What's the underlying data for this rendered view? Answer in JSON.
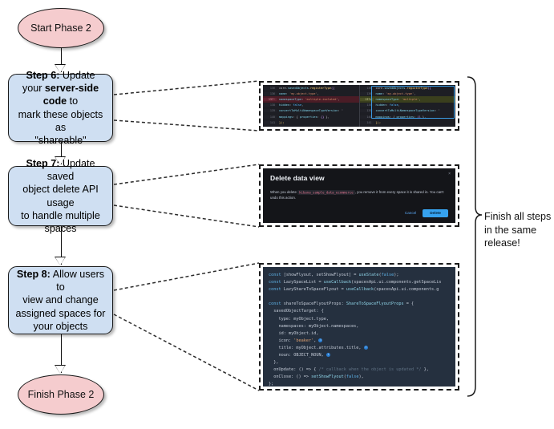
{
  "flow": {
    "start": {
      "label": "Start Phase 2"
    },
    "end": {
      "label": "Finish Phase 2"
    },
    "steps": [
      {
        "id": "step6",
        "prefix": "Step 6:",
        "line1_rest": " Update",
        "line2_a": "your ",
        "line2_bold": "server-side code",
        "line2_b": " to",
        "line3": "mark these objects as",
        "line4": "\"shareable\""
      },
      {
        "id": "step7",
        "prefix": "Step 7:",
        "line1_rest": " Update saved",
        "line2": "object delete API usage",
        "line3": "to handle multiple spaces"
      },
      {
        "id": "step8",
        "prefix": "Step 8:",
        "line1_rest": " Allow users to",
        "line2": "view and change",
        "line3": "assigned spaces for",
        "line4": "your objects"
      }
    ]
  },
  "note": {
    "line1": "Finish all steps",
    "line2": "in the same",
    "line3": "release!"
  },
  "shots": {
    "diff": {
      "left": {
        "lines": [
          {
            "num": "136",
            "kind": "ctx",
            "tokens": [
              {
                "t": "core",
                "c": "plain"
              },
              {
                "t": ".savedObjects",
                "c": "prop"
              },
              {
                "t": ".registerType",
                "c": "fn"
              },
              {
                "t": "({",
                "c": "lit"
              }
            ]
          },
          {
            "num": "136",
            "kind": "ctx",
            "tokens": [
              {
                "t": "  name",
                "c": "prop"
              },
              {
                "t": ": ",
                "c": "punc"
              },
              {
                "t": "'my-object-type'",
                "c": "str"
              },
              {
                "t": ",",
                "c": "punc"
              }
            ]
          },
          {
            "num": "137",
            "kind": "del",
            "tokens": [
              {
                "t": "  namespaceType",
                "c": "prop"
              },
              {
                "t": ": ",
                "c": "punc"
              },
              {
                "t": "'multiple-isolated'",
                "c": "str"
              },
              {
                "t": ",",
                "c": "punc"
              }
            ]
          },
          {
            "num": "138",
            "kind": "ctx",
            "tokens": [
              {
                "t": "  hidden",
                "c": "prop"
              },
              {
                "t": ": ",
                "c": "punc"
              },
              {
                "t": "false",
                "c": "k"
              },
              {
                "t": ",",
                "c": "punc"
              }
            ]
          },
          {
            "num": "139",
            "kind": "ctx",
            "tokens": [
              {
                "t": "  convertToMultiNamespaceTypeVersion",
                "c": "prop"
              },
              {
                "t": ": '",
                "c": "punc"
              }
            ]
          },
          {
            "num": "140",
            "kind": "ctx",
            "tokens": [
              {
                "t": "  mappings",
                "c": "prop"
              },
              {
                "t": ": { ",
                "c": "punc"
              },
              {
                "t": "properties",
                "c": "prop"
              },
              {
                "t": ": ",
                "c": "punc"
              },
              {
                "t": "{}",
                "c": "lit"
              },
              {
                "t": " },",
                "c": "punc"
              }
            ]
          },
          {
            "num": "141",
            "kind": "ctx",
            "tokens": [
              {
                "t": "});",
                "c": "brace"
              }
            ]
          },
          {
            "num": "142",
            "kind": "ctx",
            "tokens": [
              {
                "t": "}",
                "c": "brace"
              }
            ]
          }
        ]
      },
      "right": {
        "lines": [
          {
            "num": "136",
            "kind": "ctx",
            "tokens": [
              {
                "t": "core",
                "c": "plain"
              },
              {
                "t": ".savedObjects",
                "c": "prop"
              },
              {
                "t": ".registerType",
                "c": "fn"
              },
              {
                "t": "({",
                "c": "lit"
              }
            ]
          },
          {
            "num": "136",
            "kind": "ctx",
            "tokens": [
              {
                "t": "  name",
                "c": "prop"
              },
              {
                "t": ": ",
                "c": "punc"
              },
              {
                "t": "'my-object-type'",
                "c": "str"
              },
              {
                "t": ",",
                "c": "punc"
              }
            ]
          },
          {
            "num": "137",
            "kind": "add",
            "tokens": [
              {
                "t": "  namespaceType",
                "c": "prop"
              },
              {
                "t": ": ",
                "c": "punc"
              },
              {
                "t": "'multiple'",
                "c": "str"
              },
              {
                "t": ",",
                "c": "punc"
              }
            ]
          },
          {
            "num": "138",
            "kind": "ctx",
            "tokens": [
              {
                "t": "  hidden",
                "c": "prop"
              },
              {
                "t": ": ",
                "c": "punc"
              },
              {
                "t": "false",
                "c": "k"
              },
              {
                "t": ",",
                "c": "punc"
              }
            ]
          },
          {
            "num": "139",
            "kind": "ctx",
            "tokens": [
              {
                "t": "  convertToMultiNamespaceTypeVersion",
                "c": "prop"
              },
              {
                "t": ": '",
                "c": "punc"
              }
            ]
          },
          {
            "num": "140",
            "kind": "ctx",
            "tokens": [
              {
                "t": "  mappings",
                "c": "prop"
              },
              {
                "t": ": { ",
                "c": "punc"
              },
              {
                "t": "properties",
                "c": "prop"
              },
              {
                "t": ": ",
                "c": "punc"
              },
              {
                "t": "{}",
                "c": "lit"
              },
              {
                "t": " },",
                "c": "punc"
              }
            ]
          },
          {
            "num": "141",
            "kind": "ctx",
            "tokens": [
              {
                "t": "});",
                "c": "brace"
              }
            ]
          },
          {
            "num": "142",
            "kind": "ctx",
            "tokens": [
              {
                "t": "}",
                "c": "brace"
              }
            ]
          }
        ]
      }
    },
    "modal": {
      "title": "Delete data view",
      "close_label": "×",
      "body_before": "When you delete ",
      "body_code": "kibana_sample_data_ecommerce",
      "body_after": ", you remove it from every space it is shared in. You can't undo this action.",
      "cancel_label": "Cancel",
      "delete_label": "Delete"
    },
    "bigcode": {
      "lines": [
        [
          {
            "t": "const",
            "c": "k2"
          },
          {
            "t": " [showFlyout, setShowFlyout] = ",
            "c": "p2"
          },
          {
            "t": "useState",
            "c": "fn2"
          },
          {
            "t": "(",
            "c": "p2"
          },
          {
            "t": "false",
            "c": "lt"
          },
          {
            "t": ");",
            "c": "p2"
          }
        ],
        [
          {
            "t": "const",
            "c": "k2"
          },
          {
            "t": " LazySpaceList = ",
            "c": "p2"
          },
          {
            "t": "useCallback",
            "c": "fn2"
          },
          {
            "t": "(spacesApi.ui.components.getSpaceLis",
            "c": "p2"
          }
        ],
        [
          {
            "t": "const",
            "c": "k2"
          },
          {
            "t": " LazyShareToSpaceFlyout = ",
            "c": "p2"
          },
          {
            "t": "useCallback",
            "c": "fn2"
          },
          {
            "t": "(spacesApi.ui.components.g",
            "c": "p2"
          }
        ],
        [
          {
            "t": "",
            "c": "p2"
          }
        ],
        [
          {
            "t": "const",
            "c": "k2"
          },
          {
            "t": " shareToSpaceFlyoutProps: ",
            "c": "p2"
          },
          {
            "t": "ShareToSpaceFlyoutProps",
            "c": "fn2"
          },
          {
            "t": " = {",
            "c": "p2"
          }
        ],
        [
          {
            "t": "  savedObjectTarget: {",
            "c": "p2"
          }
        ],
        [
          {
            "t": "    type: myObject.type,",
            "c": "p2"
          }
        ],
        [
          {
            "t": "    namespaces: myObject.namespaces,",
            "c": "p2"
          }
        ],
        [
          {
            "t": "    id: myObject.id,",
            "c": "p2"
          }
        ],
        [
          {
            "t": "    icon: ",
            "c": "p2"
          },
          {
            "t": "'beaker'",
            "c": "s2"
          },
          {
            "t": ", ",
            "c": "p2"
          },
          {
            "t": "ⓘ",
            "c": "badge"
          }
        ],
        [
          {
            "t": "    title: myObject.attributes.title, ",
            "c": "p2"
          },
          {
            "t": "ⓘ",
            "c": "badge"
          }
        ],
        [
          {
            "t": "    noun: OBJECT_NOUN, ",
            "c": "p2"
          },
          {
            "t": "ⓘ",
            "c": "badge"
          }
        ],
        [
          {
            "t": "  },",
            "c": "p2"
          }
        ],
        [
          {
            "t": "  onUpdate: () => { ",
            "c": "p2"
          },
          {
            "t": "/* callback when the object is updated */",
            "c": "cm"
          },
          {
            "t": " },",
            "c": "p2"
          }
        ],
        [
          {
            "t": "  onClose: () => ",
            "c": "p2"
          },
          {
            "t": "setShowFlyout",
            "c": "fn2"
          },
          {
            "t": "(",
            "c": "p2"
          },
          {
            "t": "false",
            "c": "lt"
          },
          {
            "t": "),",
            "c": "p2"
          }
        ],
        [
          {
            "t": "};",
            "c": "p2"
          }
        ]
      ]
    }
  },
  "colors": {
    "terminator_fill": "#f5ccce",
    "process_fill": "#cfdff2",
    "stroke": "#0d0d0d",
    "accent_blue": "#36a2ef"
  }
}
